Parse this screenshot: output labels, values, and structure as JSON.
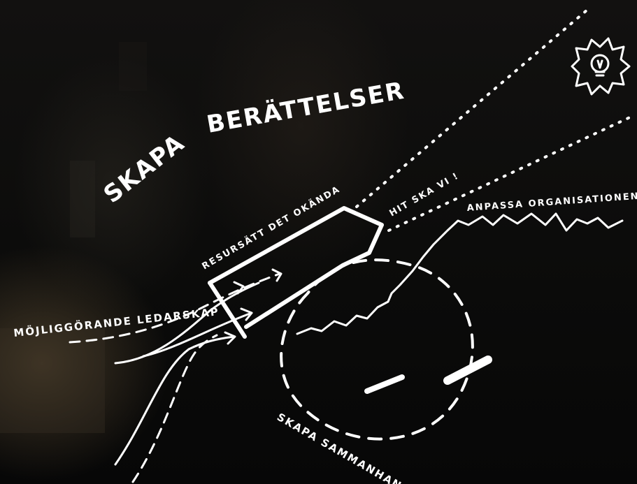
{
  "labels": {
    "title": "SKAPA BERÄTTELSER",
    "title_part1": "SKAPA",
    "title_part2": "BERÄTTELSER",
    "leadership": "MÖJLIGGÖRANDE LEDARSKAP",
    "resource": "RESURSÄTT DET OKÄNDA",
    "goal": "HIT SKA VI !",
    "adapt": "ANPASSA ORGANISATIONEN",
    "context": "SKAPA SAMMANHANG"
  },
  "icons": [
    "lightbulb-icon"
  ],
  "colors": {
    "chalk": "#ffffff",
    "background": "#0a0a0a"
  }
}
